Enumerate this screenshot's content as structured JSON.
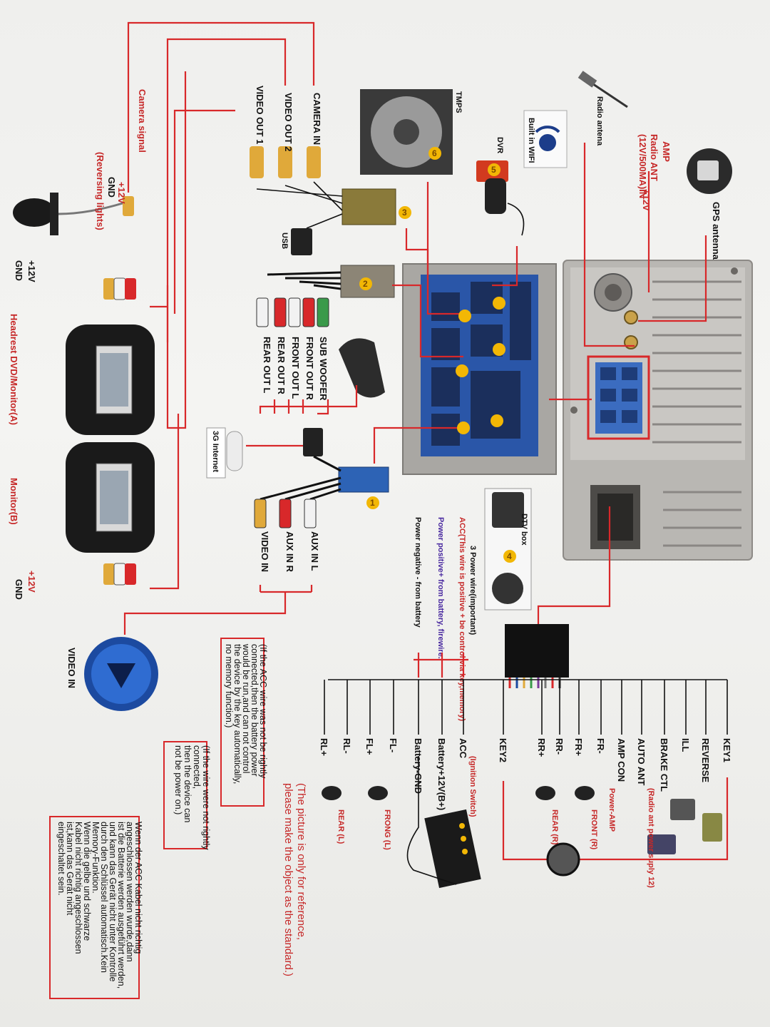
{
  "labels": {
    "gps_antenna": "GPS antenna",
    "amp": "AMP",
    "radio_ant": "Radio ANT",
    "radio_ant_spec": "(12V/500MA)IN",
    "plus12v": "+12V",
    "radio_antena": "Radio antena",
    "built_in_wifi": "Built in WIFI",
    "dvr": "DVR",
    "tmps": "TMPS",
    "camera_in": "CAMERA IN",
    "video_out_2": "VIDEO OUT 2",
    "video_out_1": "VIDEO OUT 1",
    "usb": "USB",
    "camera_signal": "Camera signal",
    "cam_plus12v": "+12V",
    "cam_gnd": "GND",
    "reversing_lights": "(Reversing lights)",
    "sub_woofer": "SUB WOOFER",
    "front_out_r": "FRONT OUT R",
    "front_out_l": "FRONT OUT L",
    "rear_out_r": "REAR OUT R",
    "rear_out_l": "REAR OUT L",
    "internet_3g": "3G Internet",
    "aux_in_l": "AUX IN L",
    "aux_in_r": "AUX IN R",
    "video_in": "VIDEO IN",
    "dtv_box": "DTV box",
    "headrest_12v": "+12V",
    "headrest_gnd": "GND",
    "headrest": "Headrest DVD/Monitor(A)",
    "monitor_b": "Monitor(B)",
    "monitor_b_12v": "+12V",
    "monitor_b_gnd": "GND",
    "video_in_big": "VIDEO IN",
    "power_wire_title": "3 Power wire(important)",
    "acc_note": "ACC(This wire is positive + be control via key,memory)",
    "power_pos": "Power positive+ from battery, firewire.",
    "power_neg": "Power negative - from battery",
    "ignition": "(Ignition Switch)",
    "radio_ant_supply": "(Radio ant power suply 12)",
    "power_amp": "Power-AMP",
    "front_r": "FRONT (R)",
    "rear_r": "REAR (R)",
    "front_l": "FRONG (L)",
    "rear_l": "REAR (L)"
  },
  "numbers": [
    "1",
    "2",
    "3",
    "4",
    "5",
    "6"
  ],
  "harness": [
    "KEY1",
    "REVERSE",
    "ILL",
    "BRAKE CTL",
    "AUTO ANT",
    "AMP CON",
    "FR-",
    "FR+",
    "RR-",
    "RR+",
    "KEY2",
    "ACC",
    "Battery+12V(B+)",
    "Battery-GND",
    "FL-",
    "FL+",
    "RL-",
    "RL+"
  ],
  "notes": {
    "acc_box": [
      "(If the ACC wire was not be rightly",
      "connected,then the battery power",
      "would be run,and can not control",
      "the device by the key automatically,",
      "no memory function.)"
    ],
    "wire_box": [
      "(If the wire were not rightly",
      "connected,",
      "then the device can",
      "not be power on.)"
    ],
    "reference": [
      "(The picture is only for reference,",
      "please make the object as the standard.)"
    ],
    "german": [
      "Wenn der ACC Kabel nicht richtig",
      "angeschlossen werden wurde,dann",
      "ist die Batterie werden ausgeführt werden,",
      "und kann das Gerät nicht unter Kontrolle",
      "durch den Schlüssel automatisch.Kein",
      "Memory-Funktion.",
      "Wenn die gelbe und schwarze",
      "Kabel nicht richtig angeschlossen",
      "ist,kann das Gerät nicht",
      "eingeschaltet sein."
    ]
  },
  "colors": {
    "wire": "#d8282a",
    "accent_num": "#f2b705",
    "panel": "#2a56a8"
  }
}
